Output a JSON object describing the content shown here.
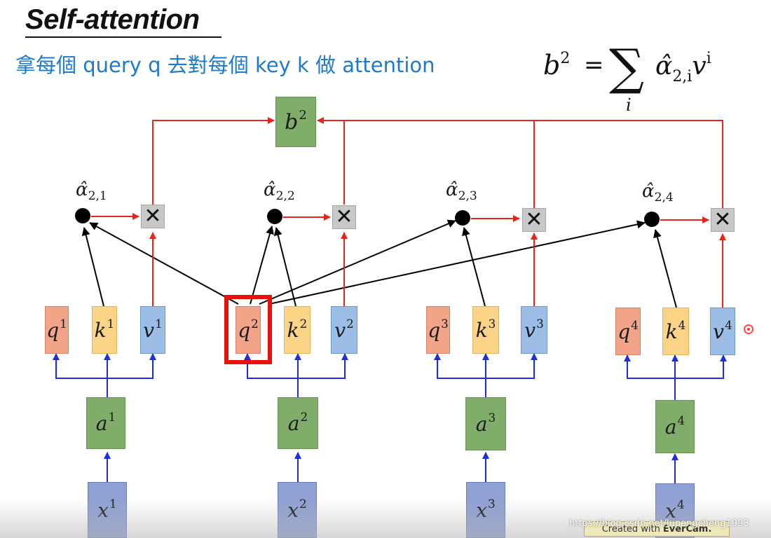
{
  "title": "Self-attention",
  "subtitle": "拿每個 query q 去對每個  key k 做 attention",
  "formula": {
    "lhs": "b",
    "lhs_sup": "2",
    "rhs_sub": "i",
    "alpha_sub": "2,i",
    "v": "v",
    "v_sup": "i"
  },
  "output": {
    "label": "b",
    "sup": "2"
  },
  "columns": [
    {
      "x": {
        "label": "x",
        "sup": "1"
      },
      "a": {
        "label": "a",
        "sup": "1"
      },
      "q": {
        "label": "q",
        "sup": "1"
      },
      "k": {
        "label": "k",
        "sup": "1"
      },
      "v": {
        "label": "v",
        "sup": "1"
      },
      "alpha": {
        "label": "α̂",
        "sub": "2,1"
      }
    },
    {
      "x": {
        "label": "x",
        "sup": "2"
      },
      "a": {
        "label": "a",
        "sup": "2"
      },
      "q": {
        "label": "q",
        "sup": "2"
      },
      "k": {
        "label": "k",
        "sup": "2"
      },
      "v": {
        "label": "v",
        "sup": "2"
      },
      "alpha": {
        "label": "α̂",
        "sub": "2,2"
      }
    },
    {
      "x": {
        "label": "x",
        "sup": "3"
      },
      "a": {
        "label": "a",
        "sup": "3"
      },
      "q": {
        "label": "q",
        "sup": "3"
      },
      "k": {
        "label": "k",
        "sup": "3"
      },
      "v": {
        "label": "v",
        "sup": "3"
      },
      "alpha": {
        "label": "α̂",
        "sub": "2,3"
      }
    },
    {
      "x": {
        "label": "x",
        "sup": "4"
      },
      "a": {
        "label": "a",
        "sup": "4"
      },
      "q": {
        "label": "q",
        "sup": "4"
      },
      "k": {
        "label": "k",
        "sup": "4"
      },
      "v": {
        "label": "v",
        "sup": "4"
      },
      "alpha": {
        "label": "α̂",
        "sub": "2,4"
      }
    }
  ],
  "multiply_symbol": "✕",
  "watermark": "https://blog.csdn.net/lupengcheng1993",
  "evercam": {
    "prefix": "Created with",
    "brand": "EverCam."
  },
  "colors": {
    "blue_title": "#1f7bc9",
    "red_arrow": "#e8251a",
    "blue_arrow": "#1c2ee0",
    "highlight": "#e8110a"
  }
}
